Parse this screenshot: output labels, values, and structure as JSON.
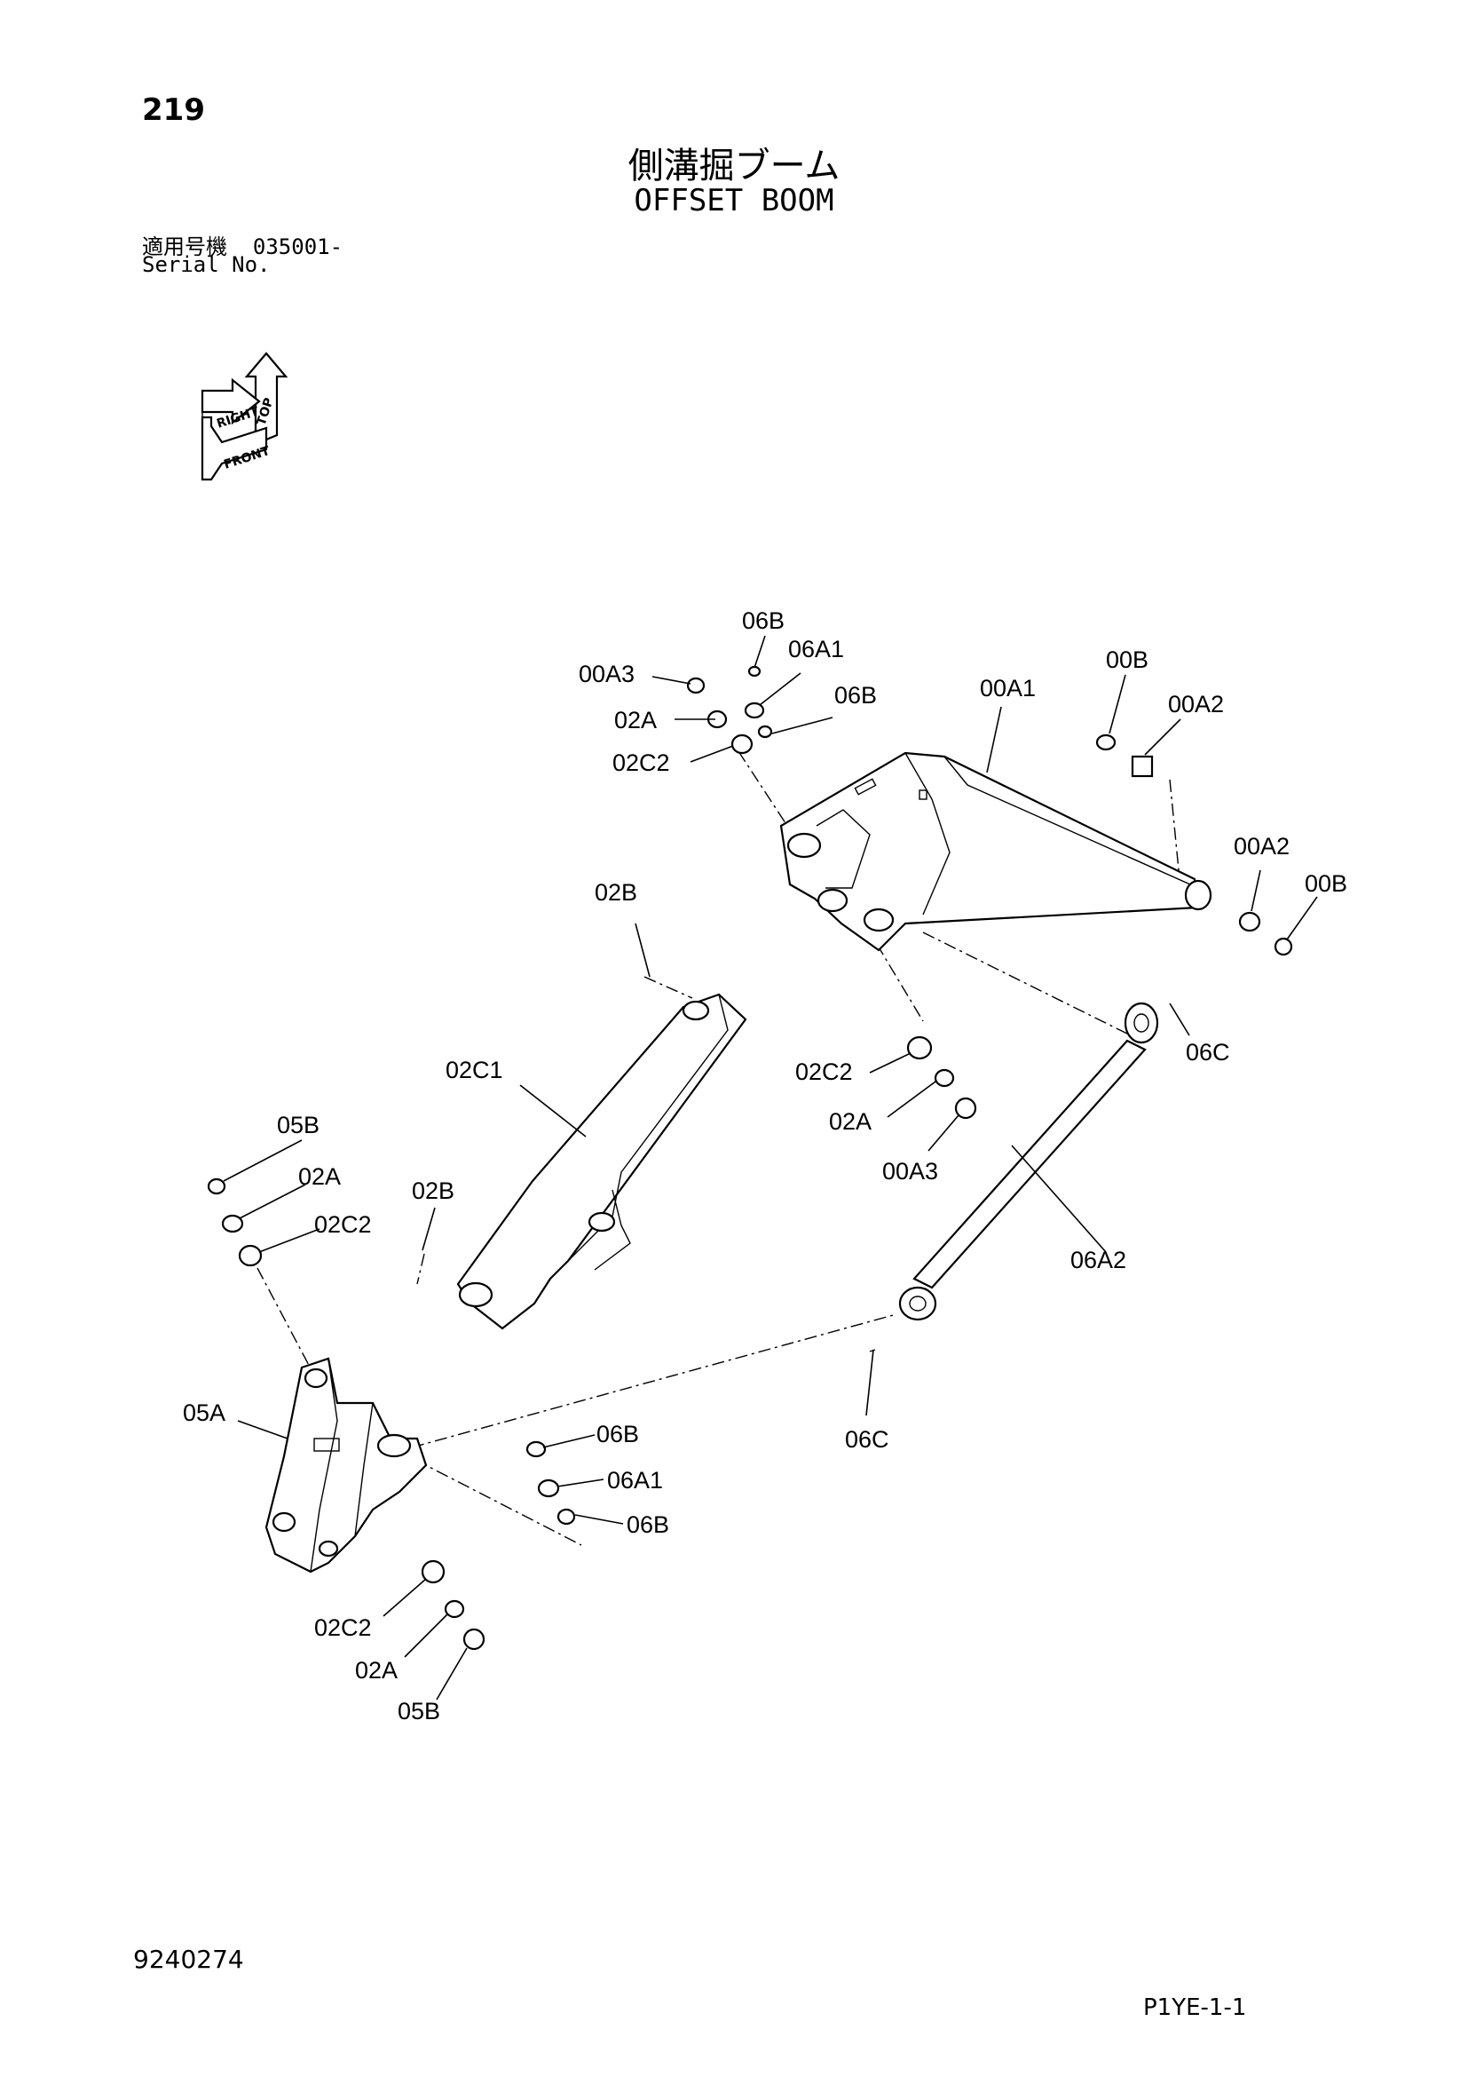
{
  "header": {
    "page_number": "219",
    "title_jp": "側溝掘ブーム",
    "title_en": "OFFSET BOOM",
    "serial_label_jp": "適用号機",
    "serial_value": "035001-",
    "serial_label_en": "Serial No."
  },
  "orientation_badge": {
    "labels": [
      "TOP",
      "RIGHT",
      "FRONT"
    ]
  },
  "callouts": [
    "06B",
    "06A1",
    "00A3",
    "06B",
    "02A",
    "02C2",
    "00A1",
    "00B",
    "00A2",
    "00A2",
    "00B",
    "02B",
    "02C1",
    "02C2",
    "02A",
    "00A3",
    "06C",
    "05B",
    "02A",
    "02C2",
    "02B",
    "06A2",
    "05A",
    "06B",
    "06A1",
    "06B",
    "06C",
    "02C2",
    "02A",
    "05B"
  ],
  "footer": {
    "doc_number": "9240274",
    "page_code": "P1YE-1-1"
  }
}
